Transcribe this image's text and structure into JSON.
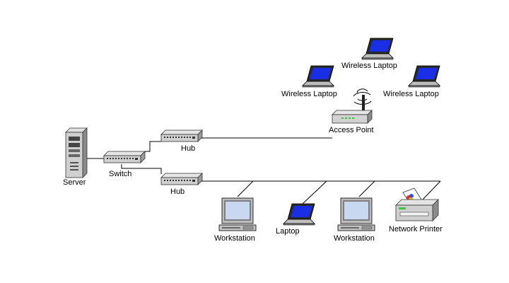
{
  "nodes": {
    "server": "Server",
    "switch": "Switch",
    "hub_top": "Hub",
    "hub_bottom": "Hub",
    "access_point": "Access Point",
    "wireless_laptop_top": "Wireless Laptop",
    "wireless_laptop_left": "Wireless Laptop",
    "wireless_laptop_right": "Wireless Laptop",
    "workstation_1": "Workstation",
    "laptop": "Laptop",
    "workstation_2": "Workstation",
    "network_printer": "Network Printer"
  },
  "colors": {
    "line": "#000000",
    "screen_blue": "#1a2ee6",
    "device_gray": "#bfbfbf",
    "monitor_screen": "#c8d8f0",
    "printer_green": "#3cc43c"
  }
}
